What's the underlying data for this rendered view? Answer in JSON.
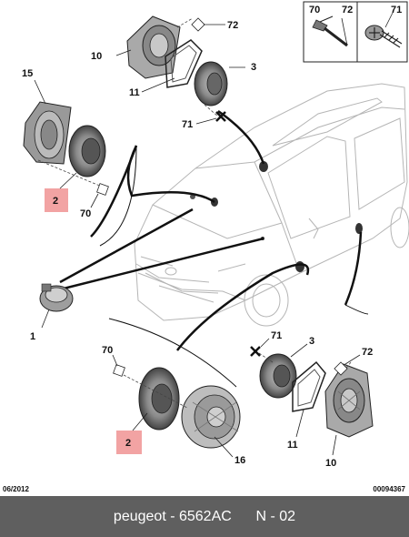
{
  "callouts": {
    "c72_top": "72",
    "c10_top": "10",
    "c3_top": "3",
    "c11_top": "11",
    "c71_top": "71",
    "c15": "15",
    "c2_top": "2",
    "c70_left": "70",
    "c1": "1",
    "c70_bottom": "70",
    "c2_bottom": "2",
    "c16": "16",
    "c71_right": "71",
    "c3_right": "3",
    "c72_right": "72",
    "c11_right": "11",
    "c10_right": "10"
  },
  "legend": {
    "label_70": "70",
    "label_72": "72",
    "label_71": "71"
  },
  "footer_left": "06/2012",
  "footer_right": "00094367",
  "banner": {
    "brand": "peugeot",
    "separator": " - ",
    "part_number": "6562AC",
    "code": "N - 02"
  },
  "colors": {
    "highlight": "#f2a3a3",
    "banner": "#5f5f5f"
  }
}
